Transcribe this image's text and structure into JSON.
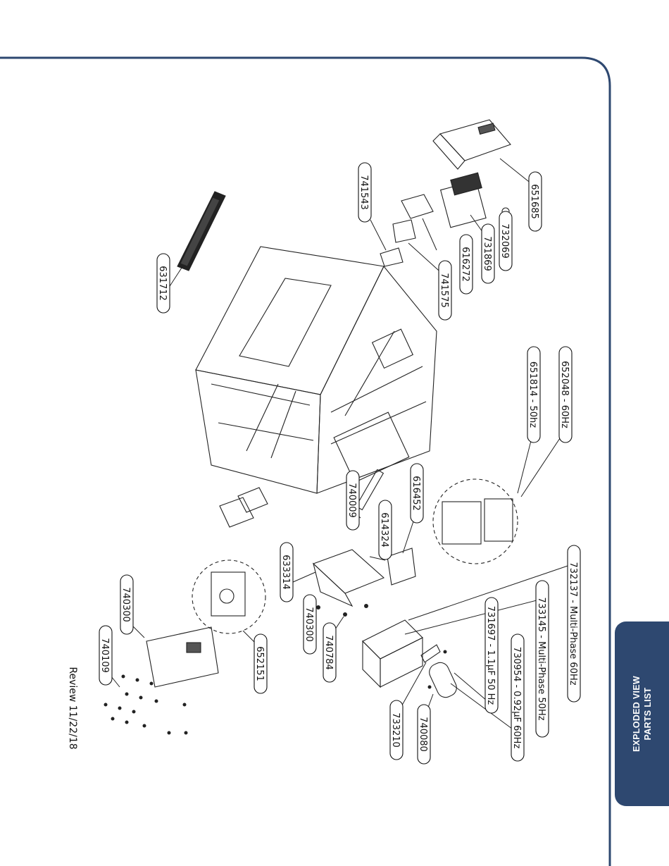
{
  "section_tab": {
    "line1": "EXPLODED VIEW",
    "line2": "PARTS LIST"
  },
  "review_note": "Review 11/22/18",
  "part_callouts": [
    {
      "id": "p631712",
      "label": "631712"
    },
    {
      "id": "p741543",
      "label": "741543"
    },
    {
      "id": "p741575",
      "label": "741575"
    },
    {
      "id": "p616272",
      "label": "616272"
    },
    {
      "id": "p731869",
      "label": "731869"
    },
    {
      "id": "p732069",
      "label": "732069"
    },
    {
      "id": "p651685",
      "label": "651685"
    },
    {
      "id": "p651814",
      "label": "651814 - 50hz"
    },
    {
      "id": "p652048",
      "label": "652048 - 60Hz"
    },
    {
      "id": "p616452",
      "label": "616452"
    },
    {
      "id": "p614324",
      "label": "614324"
    },
    {
      "id": "p740009",
      "label": "740009"
    },
    {
      "id": "p633314",
      "label": "633314"
    },
    {
      "id": "p740300a",
      "label": "740300"
    },
    {
      "id": "p740784",
      "label": "740784"
    },
    {
      "id": "p652151",
      "label": "652151"
    },
    {
      "id": "p740300b",
      "label": "740300"
    },
    {
      "id": "p740109",
      "label": "740109"
    },
    {
      "id": "p732137",
      "label": "732137 - Multi-Phase 60Hz"
    },
    {
      "id": "p733145",
      "label": "733145 - Multi-Phase 50Hz"
    },
    {
      "id": "p731697",
      "label": "731697 - 1.1µF 50 Hz"
    },
    {
      "id": "p730954",
      "label": "730954 - 0.92µF 60Hz"
    },
    {
      "id": "p740080",
      "label": "740080"
    },
    {
      "id": "p733210",
      "label": "733210"
    }
  ]
}
